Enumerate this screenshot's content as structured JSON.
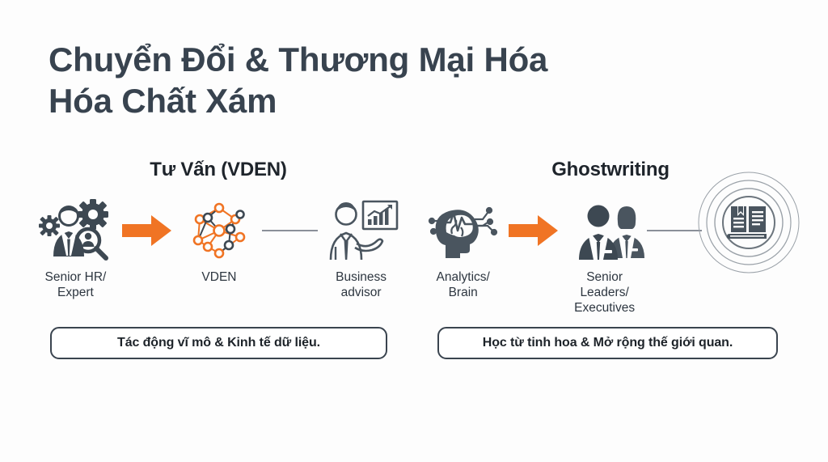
{
  "slide": {
    "background_color": "#fdfdfd",
    "accent_color": "#f07424",
    "dark_color": "#38434f"
  },
  "title": {
    "line1": "Chuyển Đổi & Thương Mại Hóa",
    "line2": "Hóa Chất Xám"
  },
  "columns": [
    {
      "heading": "Tư Vấn (VDEN)",
      "nodes": [
        {
          "label": "Senior HR/\nExpert",
          "icon": "expert-gears-search-icon"
        },
        {
          "label": "VDEN",
          "icon": "network-graph-icon"
        },
        {
          "label": "Business\nadvisor",
          "icon": "business-advisor-chart-icon"
        }
      ],
      "connectors": [
        "orange-arrow",
        "gray-line"
      ],
      "callout": "Tác động vĩ mô & Kinh tế dữ liệu."
    },
    {
      "heading": "Ghostwriting",
      "nodes": [
        {
          "label": "Analytics/\nBrain",
          "icon": "brain-analytics-head-icon"
        },
        {
          "label": "Senior Leaders/\nExecutives",
          "icon": "executives-pair-icon"
        },
        {
          "label": "",
          "icon": "book-rings-icon"
        }
      ],
      "connectors": [
        "orange-arrow",
        "gray-line"
      ],
      "callout": "Học từ tinh hoa & Mở rộng thế giới quan."
    }
  ]
}
